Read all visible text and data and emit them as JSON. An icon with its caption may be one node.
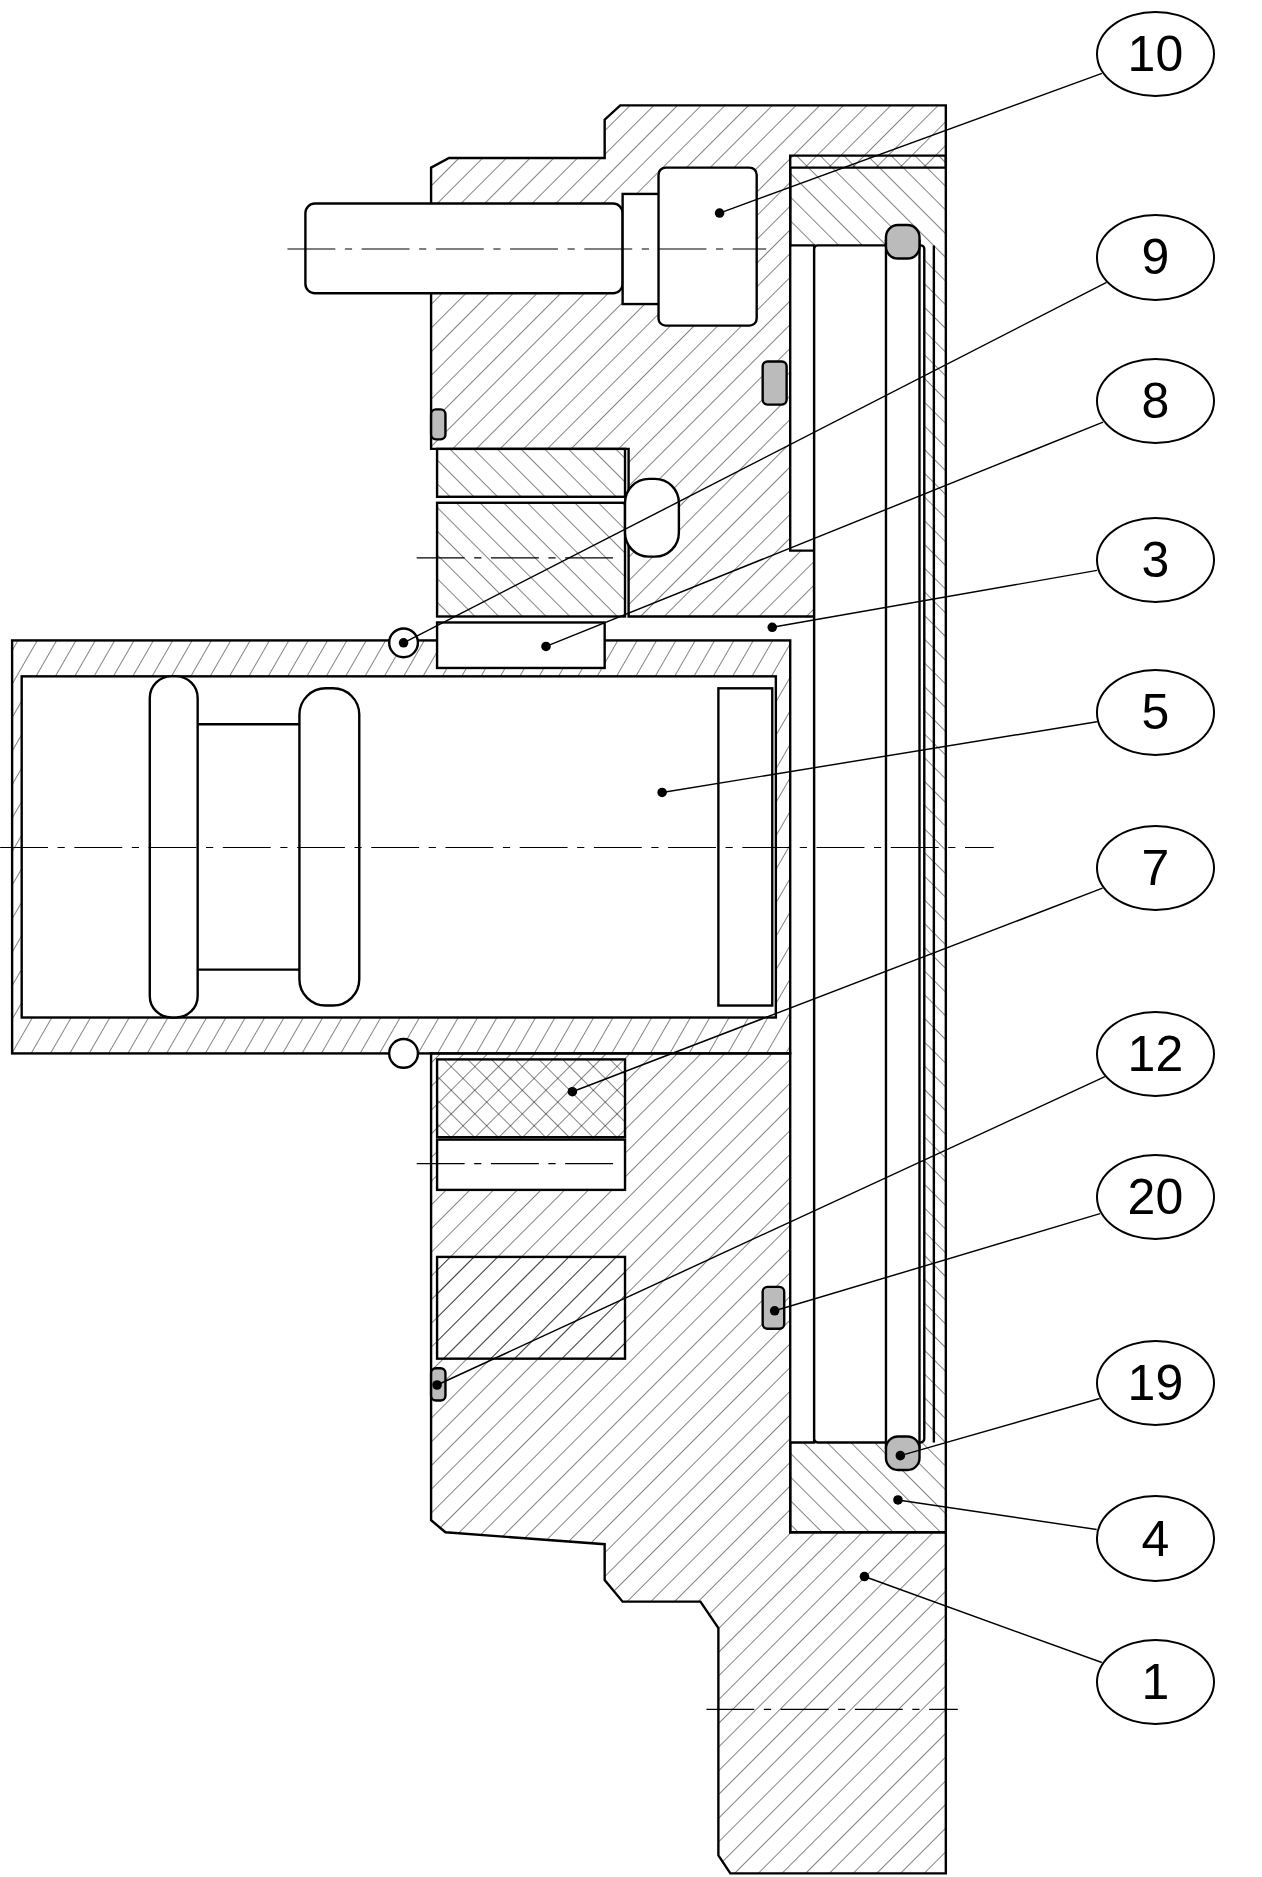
{
  "diagram": {
    "nodes": [
      {
        "text": [
          "10"
        ]
      },
      {
        "text": [
          "9"
        ]
      },
      {
        "text": [
          "8"
        ]
      },
      {
        "text": [
          "3"
        ]
      },
      {
        "text": [
          "5"
        ]
      },
      {
        "text": [
          "7"
        ]
      },
      {
        "text": [
          "12"
        ]
      },
      {
        "text": [
          "20"
        ]
      },
      {
        "text": [
          "19"
        ]
      },
      {
        "text": [
          "4"
        ]
      },
      {
        "text": [
          "1"
        ]
      }
    ],
    "edges": [
      {
        "from": 0,
        "to": null,
        "arrow": "other"
      },
      {
        "from": 1,
        "to": null,
        "arrow": "other"
      },
      {
        "from": 2,
        "to": null,
        "arrow": "other"
      },
      {
        "from": 3,
        "to": null,
        "arrow": "other"
      },
      {
        "from": 4,
        "to": null,
        "arrow": "other"
      },
      {
        "from": 5,
        "to": null,
        "arrow": "other"
      },
      {
        "from": 6,
        "to": null,
        "arrow": "other"
      },
      {
        "from": 7,
        "to": null,
        "arrow": "other"
      },
      {
        "from": 8,
        "to": null,
        "arrow": "other"
      },
      {
        "from": 9,
        "to": null,
        "arrow": "other"
      },
      {
        "from": 10,
        "to": null,
        "arrow": "other"
      }
    ]
  }
}
